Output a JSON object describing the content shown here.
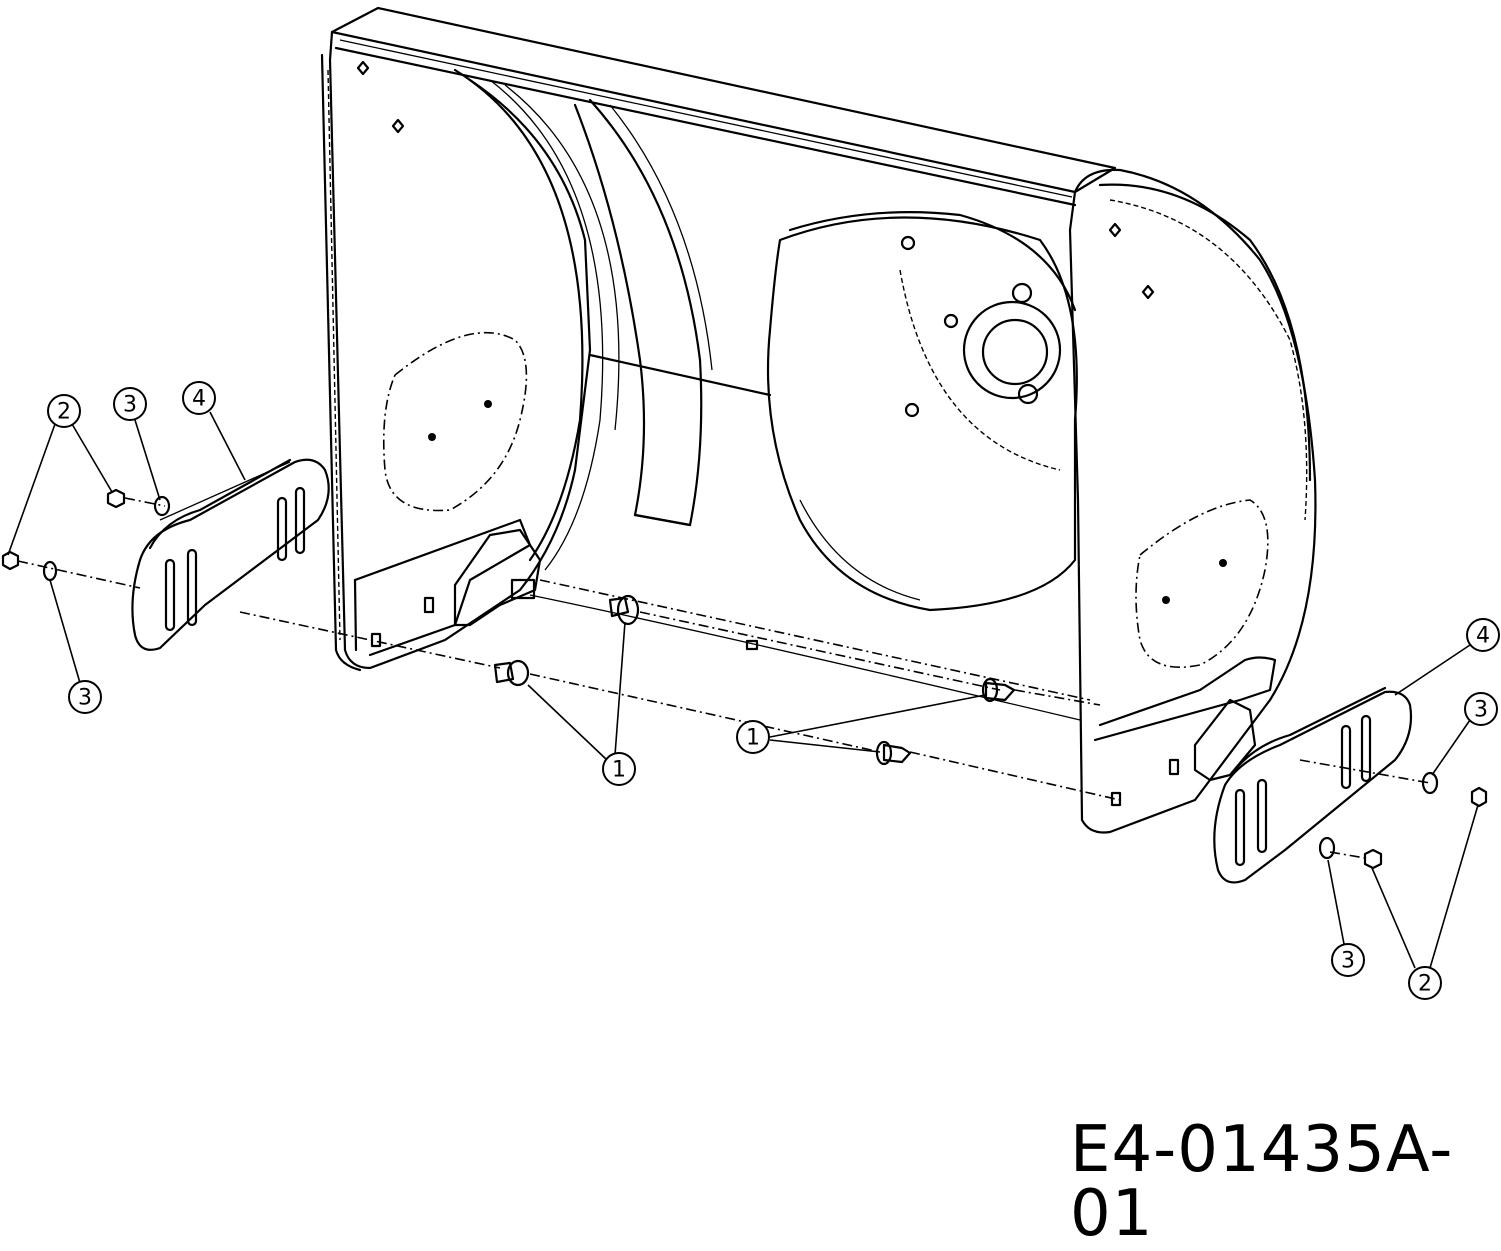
{
  "drawing": {
    "code": "E4-01435A-01",
    "callouts": [
      {
        "id": "c-2-left-upper",
        "label": "2"
      },
      {
        "id": "c-3-left-upper",
        "label": "3"
      },
      {
        "id": "c-4-left",
        "label": "4"
      },
      {
        "id": "c-3-left-lower",
        "label": "3"
      },
      {
        "id": "c-1-center",
        "label": "1"
      },
      {
        "id": "c-1-right",
        "label": "1"
      },
      {
        "id": "c-4-right",
        "label": "4"
      },
      {
        "id": "c-3-right-upper",
        "label": "3"
      },
      {
        "id": "c-3-right-lower",
        "label": "3"
      },
      {
        "id": "c-2-right",
        "label": "2"
      }
    ]
  }
}
